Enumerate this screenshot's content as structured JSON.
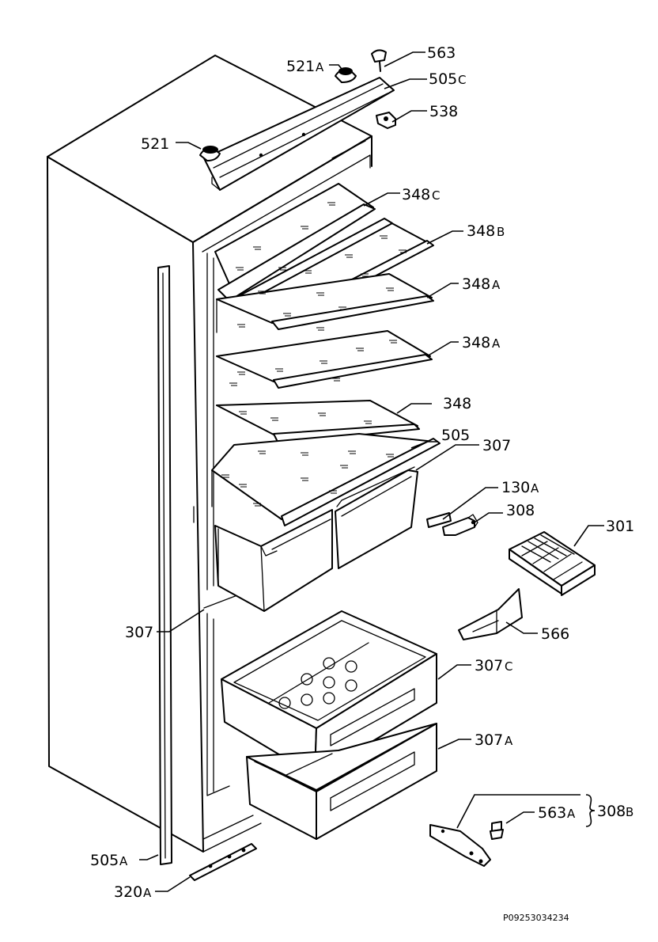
{
  "diagram": {
    "labels": {
      "l563": "563",
      "l521a": "521",
      "l521a_sfx": "A",
      "l505c": "505",
      "l505c_sfx": "C",
      "l538": "538",
      "l521": "521",
      "l348c": "348",
      "l348c_sfx": "C",
      "l348b": "348",
      "l348b_sfx": "B",
      "l348a1": "348",
      "l348a1_sfx": "A",
      "l348a2": "348",
      "l348a2_sfx": "A",
      "l348": "348",
      "l505": "505",
      "l307r": "307",
      "l130a": "130",
      "l130a_sfx": "A",
      "l308": "308",
      "l301": "301",
      "l307l": "307",
      "l566": "566",
      "l307c": "307",
      "l307c_sfx": "C",
      "l307a": "307",
      "l307a_sfx": "A",
      "l308b": "308",
      "l308b_sfx": "B",
      "l563a": "563",
      "l563a_sfx": "A",
      "l505a": "505",
      "l505a_sfx": "A",
      "l320a": "320",
      "l320a_sfx": "A"
    },
    "drawing_code": "P09253034234"
  }
}
